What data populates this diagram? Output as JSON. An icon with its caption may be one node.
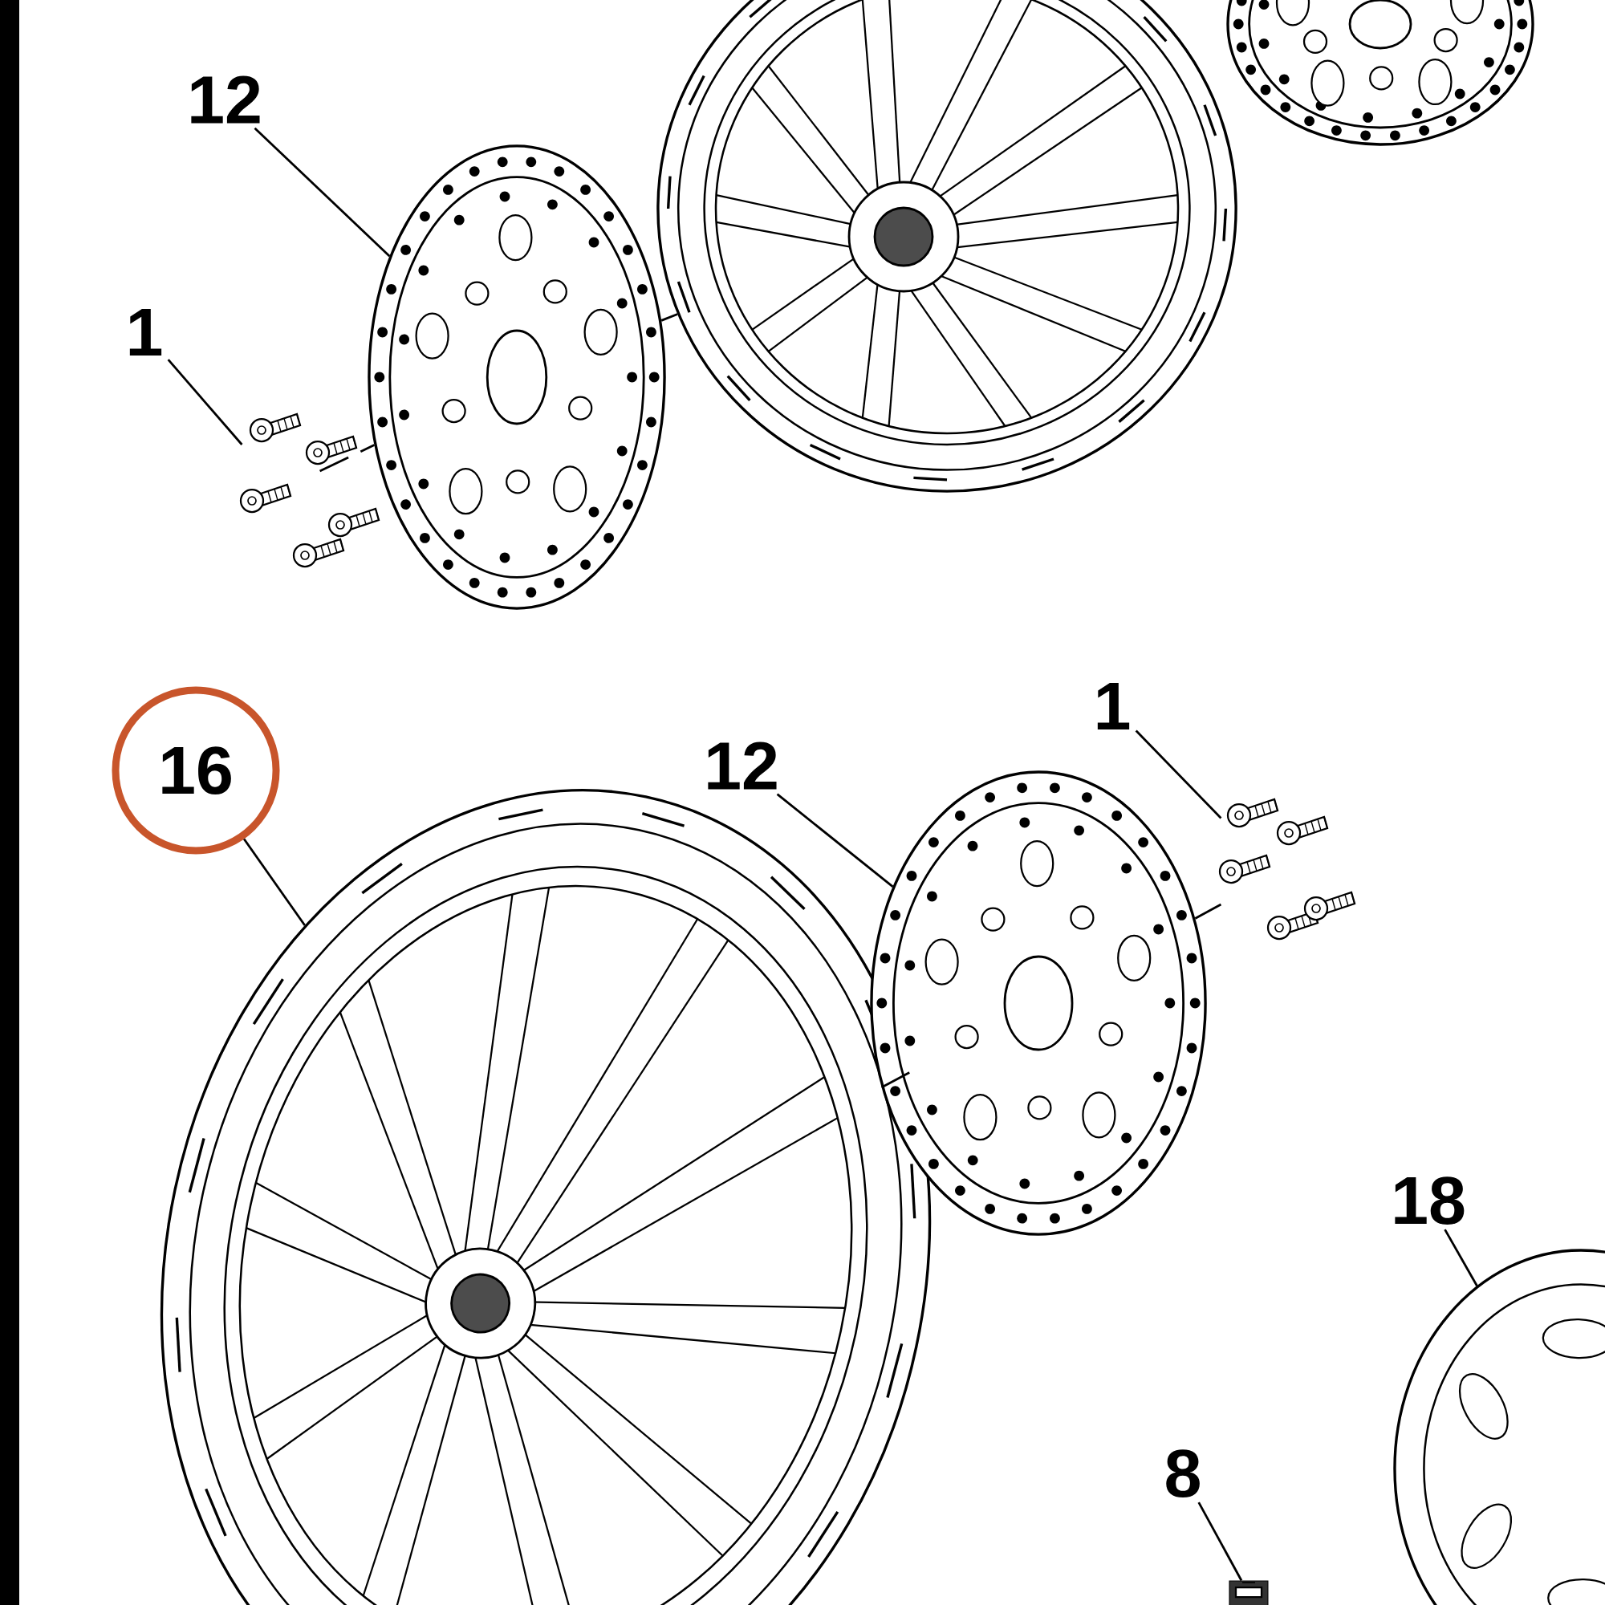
{
  "diagram": {
    "nodes": [
      {
        "text": [
          "12"
        ]
      },
      {
        "text": [],
        "shape": "picture"
      },
      {
        "text": [
          "1"
        ]
      },
      {
        "text": [],
        "shape": "picture"
      },
      {
        "text": [],
        "shape": "picture"
      },
      {
        "text": [
          "16"
        ]
      },
      {
        "text": [],
        "shape": "picture"
      },
      {
        "text": [
          "12"
        ]
      },
      {
        "text": [],
        "shape": "picture"
      },
      {
        "text": [
          "1"
        ]
      },
      {
        "text": [],
        "shape": "picture"
      },
      {
        "text": [
          "18"
        ]
      },
      {
        "text": [],
        "shape": "picture"
      },
      {
        "text": [
          "8"
        ]
      },
      {
        "text": [],
        "shape": "picture"
      }
    ],
    "edges": [
      {
        "from": 0,
        "to": 1,
        "arrow": "none"
      },
      {
        "from": 2,
        "to": 3,
        "arrow": "none"
      },
      {
        "from": 3,
        "to": 1,
        "arrow": "none",
        "style": "dashed"
      },
      {
        "from": 1,
        "to": 4,
        "arrow": "none",
        "style": "dashed"
      },
      {
        "from": 5,
        "to": 6,
        "arrow": "none"
      },
      {
        "from": 7,
        "to": 8,
        "arrow": "none"
      },
      {
        "from": 9,
        "to": 10,
        "arrow": "none"
      },
      {
        "from": 10,
        "to": 8,
        "arrow": "none",
        "style": "dashed"
      },
      {
        "from": 8,
        "to": 6,
        "arrow": "none",
        "style": "dashed"
      },
      {
        "from": 11,
        "to": 12,
        "arrow": "none"
      },
      {
        "from": 13,
        "to": 14,
        "arrow": "none"
      }
    ]
  }
}
